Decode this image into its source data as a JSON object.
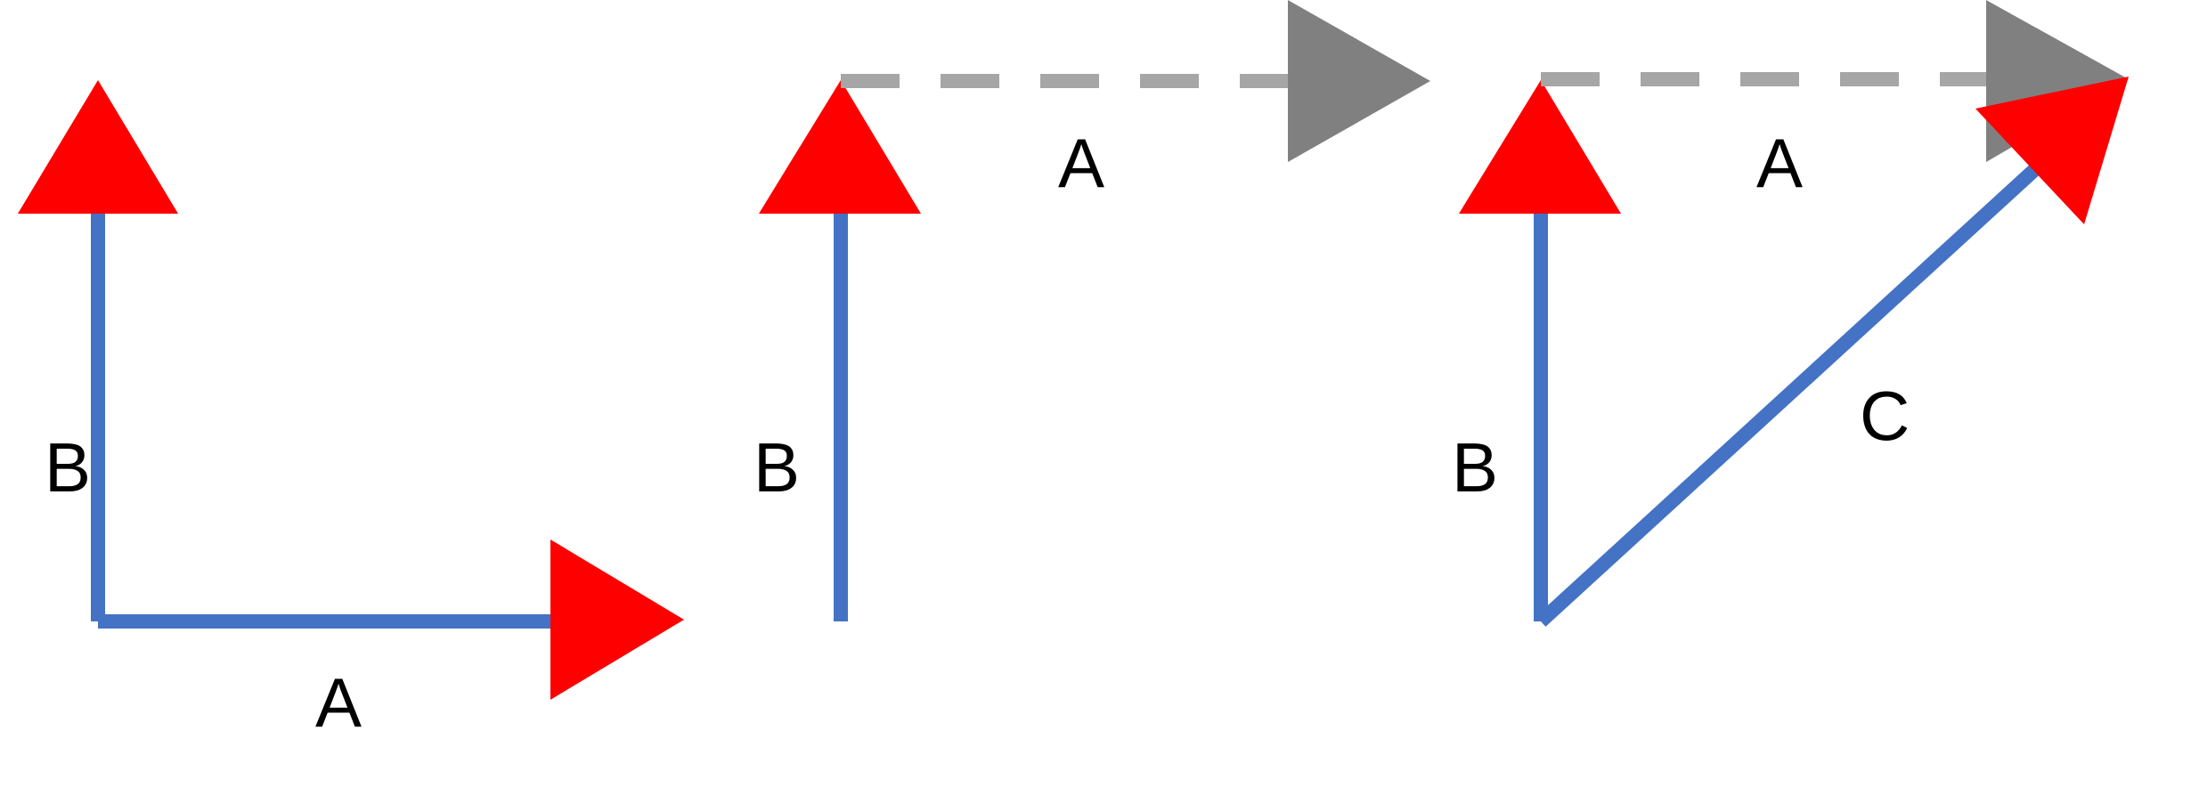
{
  "colors": {
    "vector": "#4472C4",
    "arrowhead": "#FF0000",
    "translated_vector": "#A6A6A6",
    "translated_arrowhead": "#808080",
    "label": "#000000",
    "background": "#FFFFFF"
  },
  "panels": [
    {
      "id": "panel-1",
      "labels": {
        "a": "A",
        "b": "B"
      }
    },
    {
      "id": "panel-2",
      "labels": {
        "a": "A",
        "b": "B"
      }
    },
    {
      "id": "panel-3",
      "labels": {
        "a": "A",
        "b": "B",
        "c": "C"
      }
    }
  ]
}
